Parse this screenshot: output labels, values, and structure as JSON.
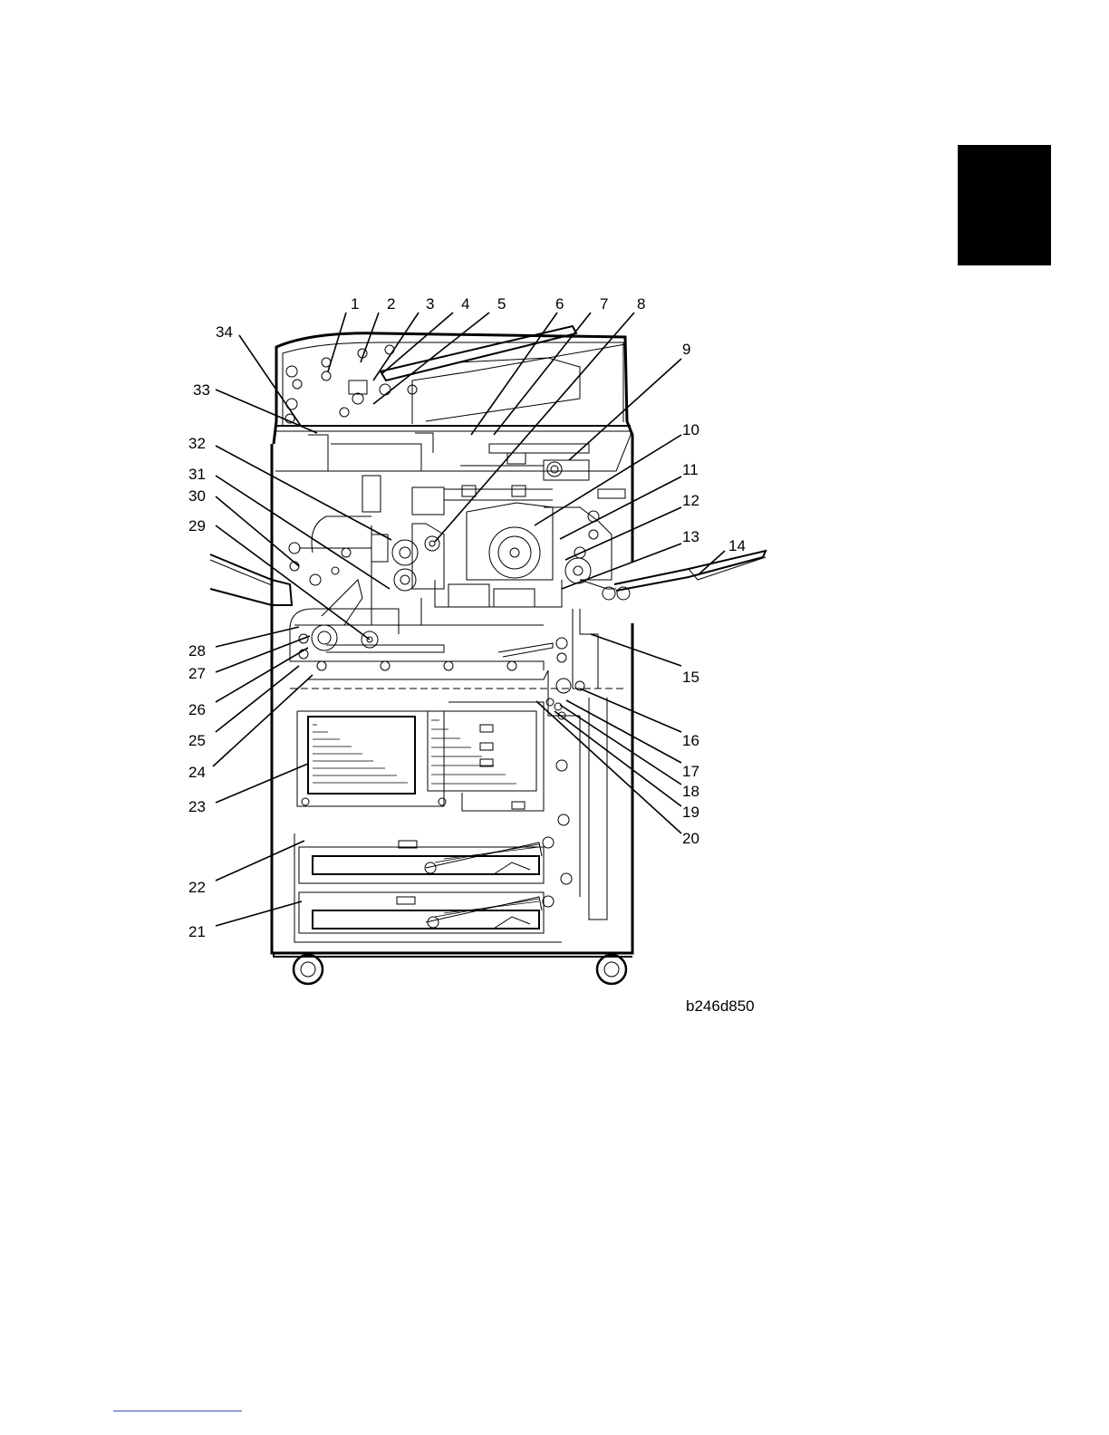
{
  "diagram": {
    "callouts": [
      "1",
      "2",
      "3",
      "4",
      "5",
      "6",
      "7",
      "8",
      "9",
      "10",
      "11",
      "12",
      "13",
      "14",
      "15",
      "16",
      "17",
      "18",
      "19",
      "20",
      "21",
      "22",
      "23",
      "24",
      "25",
      "26",
      "27",
      "28",
      "29",
      "30",
      "31",
      "32",
      "33",
      "34"
    ],
    "figure_code": "b246d850"
  },
  "section_tab": {
    "color": "#000000"
  },
  "footer": {
    "rule_color": "#3a4fb8"
  }
}
